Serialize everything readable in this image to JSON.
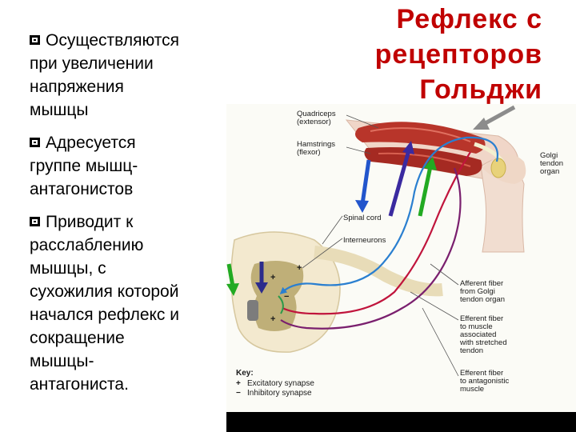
{
  "slide": {
    "title_lines": [
      "Рефлекс с",
      "рецепторов",
      "Гольджи"
    ],
    "bullets": [
      {
        "lines": [
          "Осуществляются",
          "при увеличении",
          "напряжения",
          "мышцы"
        ]
      },
      {
        "lines": [
          "Адресуется",
          "группе мышц-",
          "антагонистов"
        ]
      },
      {
        "lines": [
          "Приводит к",
          "расслаблению",
          "мышцы, с",
          "сухожилия которой",
          "начался рефлекс и",
          "сокращение",
          "мышцы-",
          "антагониста."
        ]
      }
    ]
  },
  "figure": {
    "labels": {
      "quadriceps": [
        "Quadriceps",
        "(extensor)"
      ],
      "hamstrings": [
        "Hamstrings",
        "(flexor)"
      ],
      "golgi": [
        "Golgi",
        "tendon",
        "organ"
      ],
      "spinal_cord": "Spinal cord",
      "interneurons": "Interneurons",
      "afferent": [
        "Afferent fiber",
        "from Golgi",
        "tendon organ"
      ],
      "efferent_stretched": [
        "Efferent fiber",
        "to muscle",
        "associated",
        "with stretched",
        "tendon"
      ],
      "efferent_antagonistic": [
        "Efferent fiber",
        "to antagonistic",
        "muscle"
      ]
    },
    "key": {
      "title": "Key:",
      "rows": [
        {
          "symbol": "+",
          "text": "Excitatory synapse"
        },
        {
          "symbol": "−",
          "text": "Inhibitory synapse"
        }
      ]
    },
    "synapse_marks": [
      "+",
      "+",
      "−",
      "+"
    ]
  },
  "colors": {
    "title": "#c00000",
    "afferent": "#2a7fd0",
    "efferent_stretched": "#c0143c",
    "efferent_antagonistic": "#7a1f6e",
    "arrow_green": "#22aa22",
    "arrow_blue": "#2255cc",
    "arrow_indigo": "#3a2aa0",
    "arrow_gray": "#8c8c8c"
  }
}
